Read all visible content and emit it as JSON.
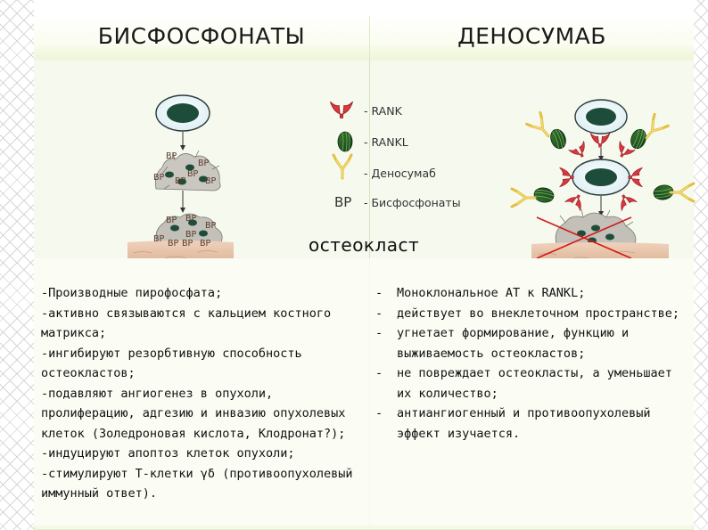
{
  "header": {
    "left_title": "БИСФОСФОНАТЫ",
    "right_title": "ДЕНОСУМАБ"
  },
  "legend": {
    "rank": "- RANK",
    "rankl": "- RANKL",
    "denosumab": "- Деносумаб",
    "bp_symbol": "BP",
    "bp_label": "- Бисфосфонаты"
  },
  "osteoclast_label": "остеокласт",
  "bp_marks": {
    "upper": [
      "BP",
      "BP",
      "BP",
      "BP",
      "BP",
      "BP"
    ],
    "lower": [
      "BP",
      "BP",
      "BP",
      "BP",
      "BP",
      "BP",
      "BP",
      "BP"
    ]
  },
  "bisphosphonates_points": [
    "-Производные пирофосфата;",
    "-активно связываются с кальцием костного матрикса;",
    "-ингибируют резорбтивную способность остеокластов;",
    "-подавляют ангиогенез в опухоли, пролиферацию, адгезию и инвазию опухолевых клеток (Золедроновая кислота, Клодронат?);",
    "-индуцируют апоптоз клеток опухоли;",
    "-стимулируют Т-клетки γδ (противоопухолевый иммунный ответ)."
  ],
  "denosumab_points": [
    "Моноклональное АТ к RANKL;",
    "действует во внеклеточном пространстве;",
    "угнетает формирование, функцию и выживаемость остеокластов;",
    "не повреждает остеокласты, а уменьшает их количество;",
    "антиангиогенный и противоопухолевый эффект изучается."
  ],
  "colors": {
    "background": "#f4f9e6",
    "cell_fill": "#e9f5f7",
    "nucleus": "#1d4d3a",
    "rank_red": "#d8383f",
    "antibody_yellow": "#f1d35a",
    "cross_red": "#d11a1a",
    "bone": "#e6c3a8"
  }
}
